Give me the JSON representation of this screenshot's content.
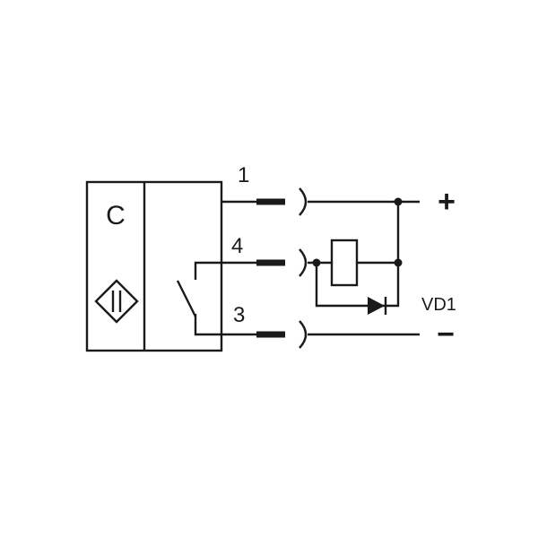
{
  "sensor": {
    "type_letter": "C"
  },
  "pins": [
    {
      "number": "1"
    },
    {
      "number": "4"
    },
    {
      "number": "3"
    }
  ],
  "supply": {
    "positive": "+",
    "negative": "−"
  },
  "load": {
    "diode_label": "VD1"
  },
  "colors": {
    "line": "#1a1a1a",
    "background": "#ffffff"
  },
  "icons": [
    "capacitive-sensor-face-icon",
    "switch-contact-icon",
    "relay-coil-icon",
    "diode-icon",
    "connector-plug-icon",
    "connector-socket-icon"
  ]
}
